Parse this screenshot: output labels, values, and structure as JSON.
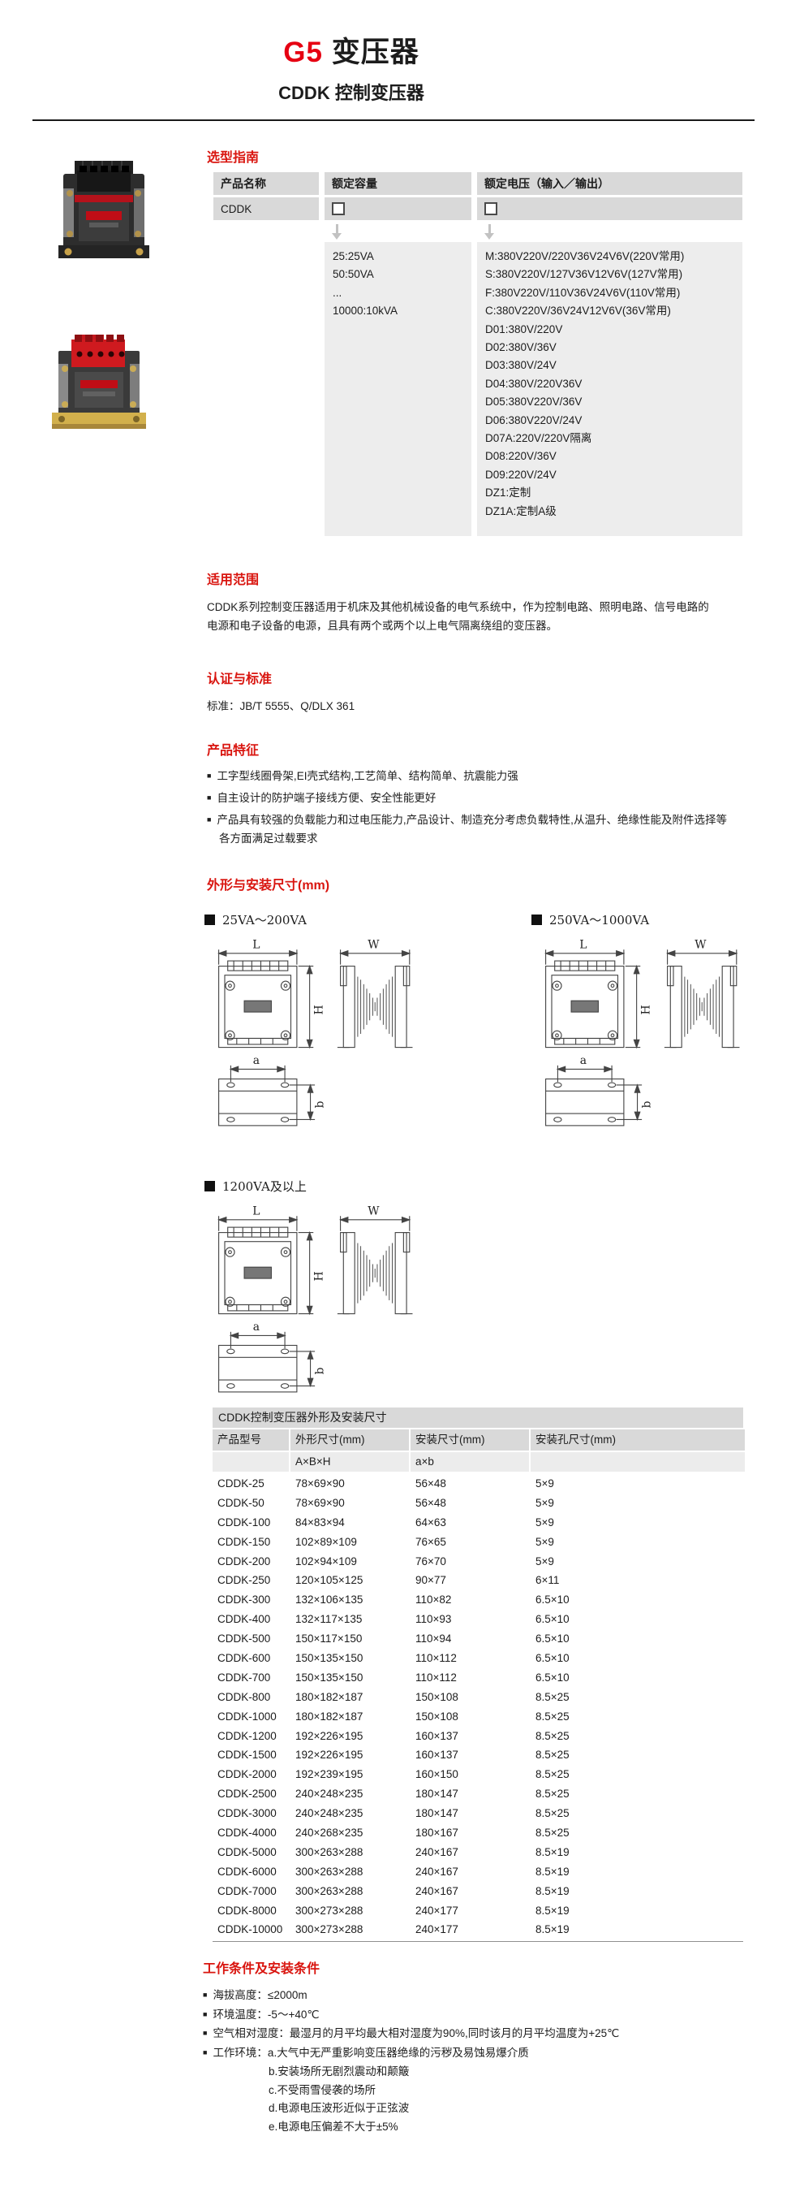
{
  "page": {
    "accent_red": "#e60012",
    "heading_red": "#d9150f",
    "table_header_gray": "#d9d9d9",
    "list_box_gray": "#ededed"
  },
  "header": {
    "title_code": "G5",
    "title_text": "变压器",
    "subtitle": "CDDK 控制变压器"
  },
  "selection_guide": {
    "heading": "选型指南",
    "columns": [
      "产品名称",
      "额定容量",
      "额定电压（输入／输出）"
    ],
    "product_name": "CDDK",
    "capacity_options": [
      "25:25VA",
      "50:50VA",
      "...",
      "10000:10kVA"
    ],
    "voltage_options": [
      "M:380V220V/220V36V24V6V(220V常用)",
      "S:380V220V/127V36V12V6V(127V常用)",
      "F:380V220V/110V36V24V6V(110V常用)",
      "C:380V220V/36V24V12V6V(36V常用)",
      "D01:380V/220V",
      "D02:380V/36V",
      "D03:380V/24V",
      "D04:380V/220V36V",
      "D05:380V220V/36V",
      "D06:380V220V/24V",
      "D07A:220V/220V隔离",
      "D08:220V/36V",
      "D09:220V/24V",
      "DZ1:定制",
      "DZ1A:定制A级"
    ]
  },
  "application": {
    "heading": "适用范围",
    "text": "CDDK系列控制变压器适用于机床及其他机械设备的电气系统中，作为控制电路、照明电路、信号电路的电源和电子设备的电源，且具有两个或两个以上电气隔离绕组的变压器。"
  },
  "certification": {
    "heading": "认证与标准",
    "text": "标准：JB/T 5555、Q/DLX 361"
  },
  "features": {
    "heading": "产品特征",
    "items": [
      "工字型线圈骨架,EI壳式结构,工艺简单、结构简单、抗震能力强",
      "自主设计的防护端子接线方便、安全性能更好",
      "产品具有较强的负载能力和过电压能力,产品设计、制造充分考虑负载特性,从温升、绝缘性能及附件选择等各方面满足过载要求"
    ]
  },
  "outline_section": {
    "heading": "外形与安装尺寸(mm)",
    "groups": [
      "25VA～200VA",
      "250VA～1000VA",
      "1200VA及以上"
    ],
    "dim_labels": {
      "L": "L",
      "W": "W",
      "H": "H",
      "a": "a",
      "b": "b"
    }
  },
  "dimensions_table": {
    "title": "CDDK控制变压器外形及安装尺寸",
    "columns": [
      "产品型号",
      "外形尺寸(mm)",
      "安装尺寸(mm)",
      "安装孔尺寸(mm)"
    ],
    "subheaders": [
      "",
      "A×B×H",
      "a×b",
      ""
    ],
    "rows": [
      [
        "CDDK-25",
        "78×69×90",
        "56×48",
        "5×9"
      ],
      [
        "CDDK-50",
        "78×69×90",
        "56×48",
        "5×9"
      ],
      [
        "CDDK-100",
        "84×83×94",
        "64×63",
        "5×9"
      ],
      [
        "CDDK-150",
        "102×89×109",
        "76×65",
        "5×9"
      ],
      [
        "CDDK-200",
        "102×94×109",
        "76×70",
        "5×9"
      ],
      [
        "CDDK-250",
        "120×105×125",
        "90×77",
        "6×11"
      ],
      [
        "CDDK-300",
        "132×106×135",
        "110×82",
        "6.5×10"
      ],
      [
        "CDDK-400",
        "132×117×135",
        "110×93",
        "6.5×10"
      ],
      [
        "CDDK-500",
        "150×117×150",
        "110×94",
        "6.5×10"
      ],
      [
        "CDDK-600",
        "150×135×150",
        "110×112",
        "6.5×10"
      ],
      [
        "CDDK-700",
        "150×135×150",
        "110×112",
        "6.5×10"
      ],
      [
        "CDDK-800",
        "180×182×187",
        "150×108",
        "8.5×25"
      ],
      [
        "CDDK-1000",
        "180×182×187",
        "150×108",
        "8.5×25"
      ],
      [
        "CDDK-1200",
        "192×226×195",
        "160×137",
        "8.5×25"
      ],
      [
        "CDDK-1500",
        "192×226×195",
        "160×137",
        "8.5×25"
      ],
      [
        "CDDK-2000",
        "192×239×195",
        "160×150",
        "8.5×25"
      ],
      [
        "CDDK-2500",
        "240×248×235",
        "180×147",
        "8.5×25"
      ],
      [
        "CDDK-3000",
        "240×248×235",
        "180×147",
        "8.5×25"
      ],
      [
        "CDDK-4000",
        "240×268×235",
        "180×167",
        "8.5×25"
      ],
      [
        "CDDK-5000",
        "300×263×288",
        "240×167",
        "8.5×19"
      ],
      [
        "CDDK-6000",
        "300×263×288",
        "240×167",
        "8.5×19"
      ],
      [
        "CDDK-7000",
        "300×263×288",
        "240×167",
        "8.5×19"
      ],
      [
        "CDDK-8000",
        "300×273×288",
        "240×177",
        "8.5×19"
      ],
      [
        "CDDK-10000",
        "300×273×288",
        "240×177",
        "8.5×19"
      ]
    ]
  },
  "working_conditions": {
    "heading": "工作条件及安装条件",
    "items": [
      "海拔高度：≤2000m",
      "环境温度：-5～+40℃",
      "空气相对湿度：最湿月的月平均最大相对湿度为90%,同时该月的月平均温度为+25℃",
      "工作环境：a.大气中无严重影响变压器绝缘的污秽及易蚀易爆介质"
    ],
    "sub_items": [
      "b.安装场所无剧烈震动和颠簸",
      "c.不受雨雪侵袭的场所",
      "d.电源电压波形近似于正弦波",
      "e.电源电压偏差不大于±5%"
    ]
  }
}
